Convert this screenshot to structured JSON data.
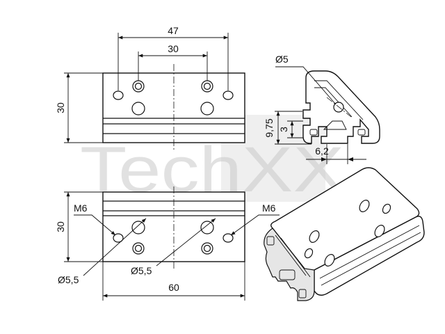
{
  "watermark": "TechXX",
  "dimensions": {
    "top_width_outer": "47",
    "top_width_inner": "30",
    "top_height": "30",
    "profile_hole_diameter": "Ø5",
    "profile_height": "9,75",
    "profile_offset": "3",
    "profile_slot": "6,2",
    "bottom_height": "30",
    "thread_left": "M6",
    "thread_right": "M6",
    "hole_left": "Ø5,5",
    "hole_center": "Ø5,5",
    "bottom_length": "60"
  }
}
